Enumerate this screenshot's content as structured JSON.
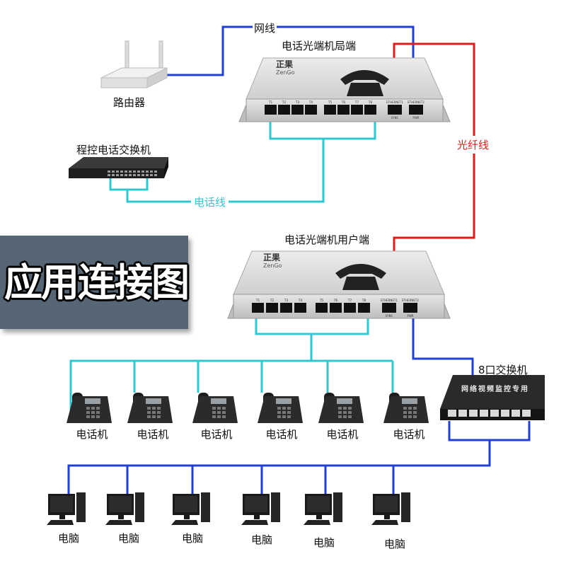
{
  "title": "应用连接图",
  "devices": {
    "router": "路由器",
    "pbx": "程控电话交换机",
    "office_terminal": "电话光端机局端",
    "user_terminal": "电话光端机用户端",
    "switch": "8口交换机",
    "switch_plate": "网络视频监控专用",
    "brand": "正果",
    "brand_sub": "ZenGo",
    "phone": "电话机",
    "pc": "电脑"
  },
  "cables": {
    "network": "网线",
    "fiber": "光纤线",
    "phone_line": "电话线"
  },
  "ports": {
    "phone": [
      "T1",
      "T2",
      "T3",
      "T4",
      "T5",
      "T6",
      "T7",
      "T8"
    ],
    "eth1": "ETHERNET1",
    "eth2": "ETHERNET2",
    "sync": "SYNC",
    "pwr": "PWR"
  },
  "colors": {
    "network_line": "#1f3fd6",
    "fiber_line": "#e21b1b",
    "phone_line": "#2ec9cf",
    "banner": "#566674"
  }
}
